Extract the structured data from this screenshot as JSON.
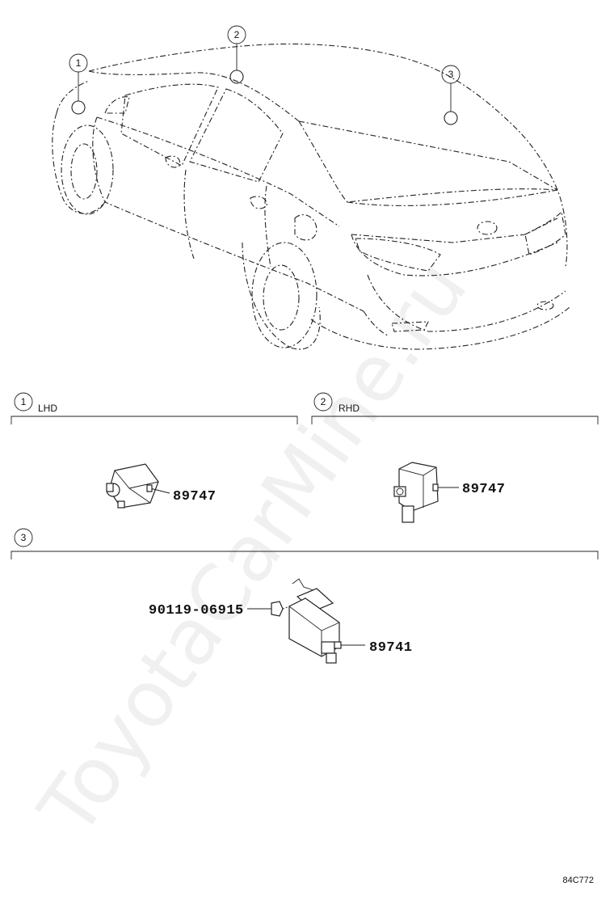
{
  "callouts": [
    {
      "num": "1"
    },
    {
      "num": "2"
    },
    {
      "num": "3"
    }
  ],
  "sections": [
    {
      "num": "1",
      "label": "LHD",
      "part": "89747"
    },
    {
      "num": "2",
      "label": "RHD",
      "part": "89747"
    },
    {
      "num": "3",
      "label": "",
      "part": "89741",
      "bolt": "90119-06915"
    }
  ],
  "watermark": "ToyotaCarMine.ru",
  "figure_code": "84C772"
}
